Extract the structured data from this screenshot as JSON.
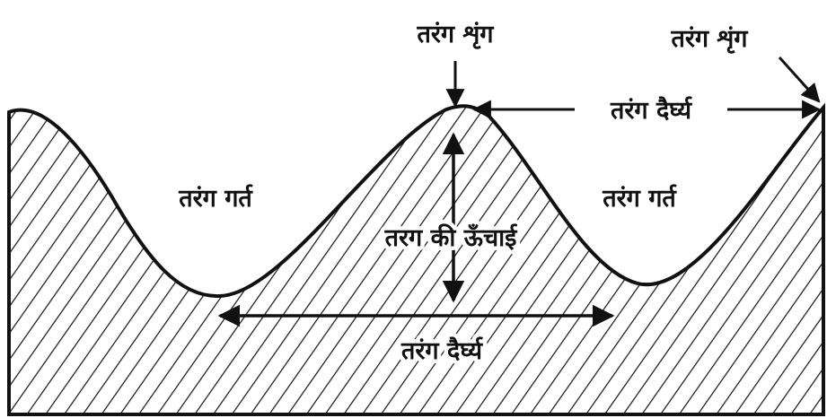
{
  "labels": {
    "crest_center": "तरंग शृंग",
    "crest_right": "तरंग शृंग",
    "wavelength_top": "तरंग दैर्घ्य",
    "trough_left": "तरंग गर्त",
    "trough_right": "तरंग गर्त",
    "wave_height": "तरग की ऊँचाई",
    "wavelength_bottom": "तरंग दैर्घ्य"
  },
  "colors": {
    "ink": "#111111",
    "background": "#ffffff"
  }
}
